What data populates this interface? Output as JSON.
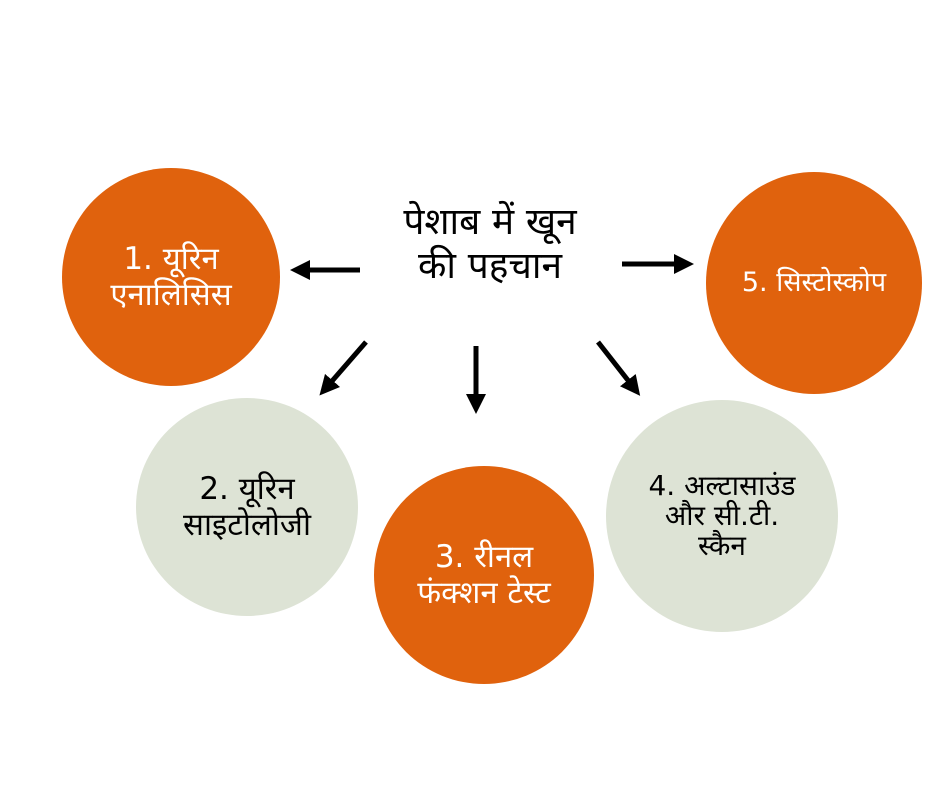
{
  "center": {
    "line1": "पेशाब में खून",
    "line2": "की पहचान"
  },
  "nodes": {
    "n1": {
      "line1": "1. यूरिन",
      "line2": "एनालिसिस",
      "color": "#E0620D"
    },
    "n2": {
      "line1": "2. यूरिन",
      "line2": "साइटोलोजी",
      "color": "#DDE3D5"
    },
    "n3": {
      "line1": "3. रीनल",
      "line2": "फंक्शन टेस्ट",
      "color": "#E0620D"
    },
    "n4": {
      "line1": "4. अल्टासाउंड",
      "line2": "और सी.टी.",
      "line3": "स्कैन",
      "color": "#DDE3D5"
    },
    "n5": {
      "line1": "5. सिस्टोस्कोप",
      "color": "#E0620D"
    }
  }
}
